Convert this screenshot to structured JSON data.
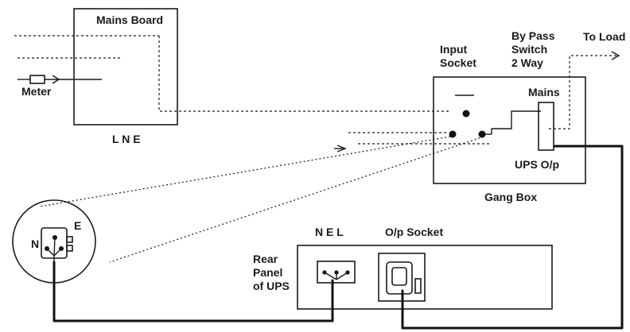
{
  "diagram": {
    "mains_board": "Mains Board",
    "meter": "Meter",
    "lne": "L  N  E",
    "input_socket": [
      "Input",
      "Socket"
    ],
    "bypass_switch": [
      "By Pass",
      "Switch",
      "2 Way"
    ],
    "to_load": "To Load",
    "mains": "Mains",
    "ups_op": "UPS O/p",
    "gang_box": "Gang Box",
    "plug_n": "N",
    "plug_e": "E",
    "nel": "N E L",
    "op_socket": "O/p Socket",
    "rear_panel": [
      "Rear",
      "Panel",
      "of UPS"
    ]
  },
  "colors": {
    "line": "#1a1a1a",
    "background": "#ffffff"
  }
}
